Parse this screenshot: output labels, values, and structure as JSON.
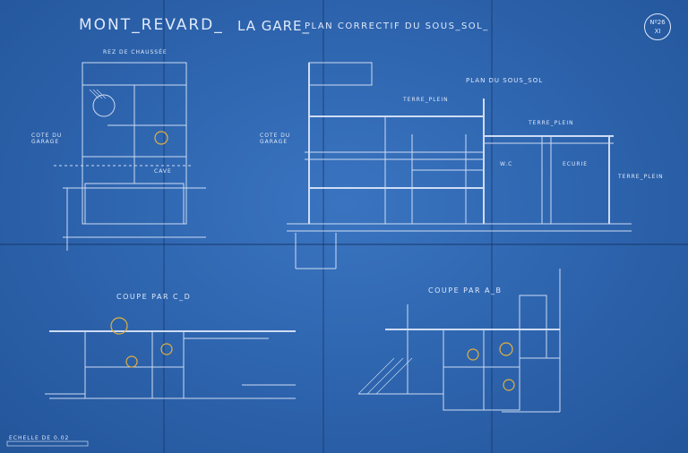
{
  "sheet": {
    "title_main": "MONT_REVARD_",
    "title_sub": "LA GARE_",
    "title_desc": "PLAN CORRECTIF DU SOUS_SOL_",
    "stamp_line1": "Nº26",
    "stamp_line2": "XI"
  },
  "labels": {
    "rez_chaussee": "REZ DE CHAUSSÉE",
    "plan_sous_sol": "PLAN DU SOUS_SOL",
    "terre_plein_1": "TERRE_PLEIN",
    "terre_plein_2": "TERRE_PLEIN",
    "terre_plein_3": "TERRE_PLEIN",
    "cote_garage_l": "COTE DU GARAGE",
    "cote_garage_r": "COTE DU GARAGE",
    "cave": "CAVE",
    "wc": "W.C",
    "ecurie": "ECURIE",
    "coupe_cd": "COUPE PAR C_D",
    "coupe_ab": "COUPE PAR A_B",
    "echelle": "ECHELLE DE 0.02"
  },
  "colors": {
    "paper": "#2f66b0",
    "line": "#dfe9fb",
    "mark": "#e0b040"
  }
}
